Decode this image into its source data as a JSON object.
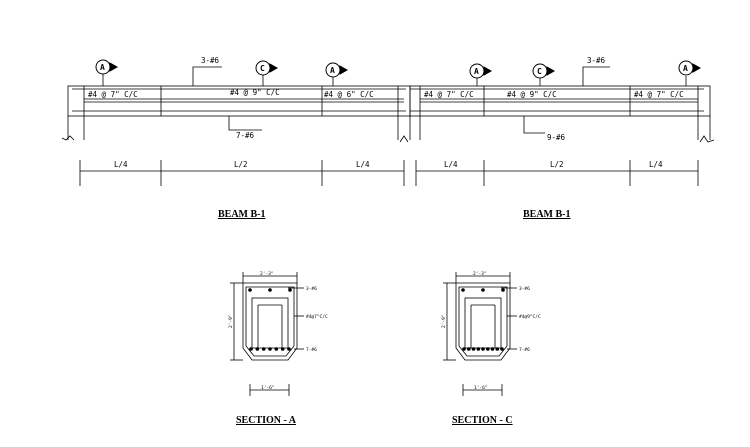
{
  "beams": [
    {
      "title": "BEAM B-1",
      "top_bar": "3-#6",
      "bottom_bar": "7-#6",
      "stirrups": [
        "#4 @ 7\" C/C",
        "#4 @ 9\" C/C",
        "#4 @ 6\" C/C"
      ],
      "bubbles": [
        "A",
        "C",
        "A"
      ],
      "spans": [
        "L/4",
        "L/2",
        "L/4"
      ]
    },
    {
      "title": "BEAM B-1",
      "top_bar": "3-#6",
      "bottom_bar": "9-#6",
      "stirrups": [
        "#4 @ 7\" C/C",
        "#4 @ 9\" C/C",
        "#4 @ 7\" C/C"
      ],
      "bubbles": [
        "A",
        "C",
        "A"
      ],
      "spans": [
        "L/4",
        "L/2",
        "L/4"
      ]
    }
  ],
  "sections": [
    {
      "title": "SECTION - A",
      "width_label": "2'-3\"",
      "depth_label": "2'-9\"",
      "inner_label": "1'-6\"",
      "top_bar": "3-#6",
      "stirrup": "#4@7\"C/C",
      "bottom_bar": "7-#6",
      "bottom_bar_count": 7
    },
    {
      "title": "SECTION - C",
      "width_label": "2'-3\"",
      "depth_label": "2'-9\"",
      "inner_label": "1'-6\"",
      "top_bar": "3-#6",
      "stirrup": "#4@9\"C/C",
      "bottom_bar": "7-#6",
      "bottom_bar_count": 9
    }
  ]
}
